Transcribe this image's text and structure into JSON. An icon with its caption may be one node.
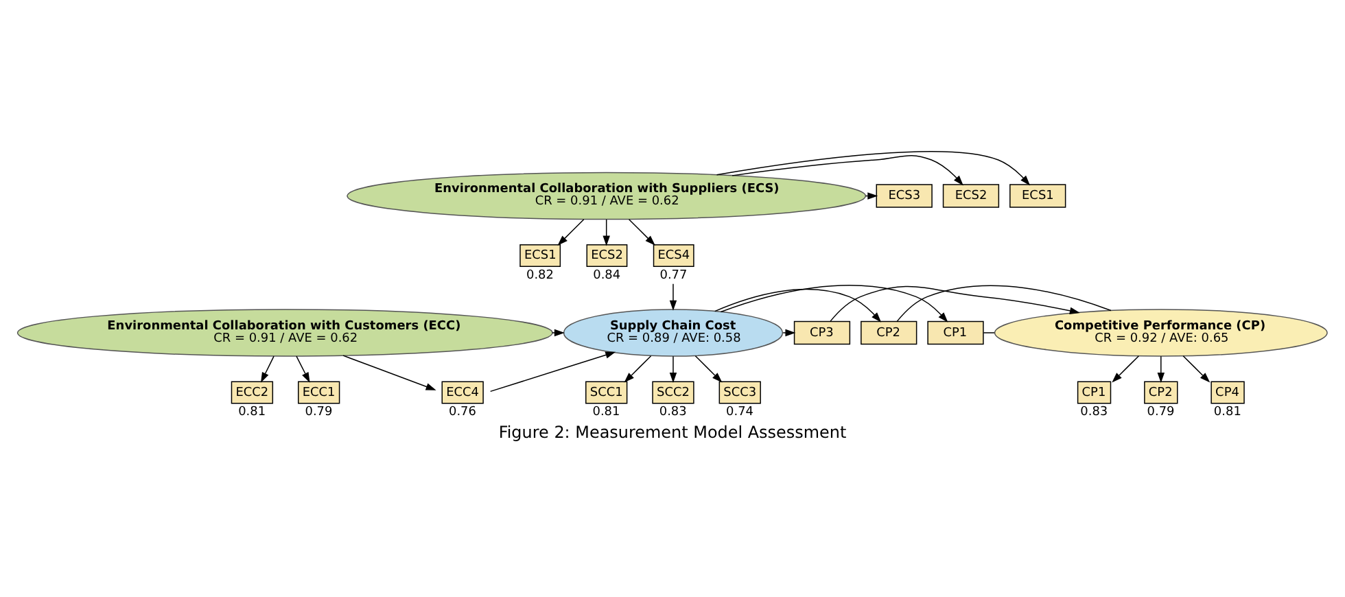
{
  "diagram": {
    "caption": "Figure 2: Measurement Model Assessment",
    "nodes": [
      {
        "text": [
          "Environmental Collaboration with Suppliers (ECS)",
          "CR = 0.91 / AVE = 0.62"
        ]
      },
      {
        "text": [
          "ECS1"
        ]
      },
      {
        "text": [
          "ECS2"
        ]
      },
      {
        "text": [
          "ECS3"
        ]
      },
      {
        "text": [
          "ECS1"
        ],
        "beside": [
          "0.82"
        ]
      },
      {
        "text": [
          "ECS2"
        ],
        "beside": [
          "0.84"
        ]
      },
      {
        "text": [
          "ECS4"
        ],
        "beside": [
          "0.77"
        ]
      },
      {
        "text": [
          "Environmental Collaboration with Customers (ECC)",
          "CR = 0.91 / AVE = 0.62"
        ]
      },
      {
        "text": [
          "ECC1"
        ],
        "beside": [
          "0.79"
        ]
      },
      {
        "text": [
          "ECC2"
        ],
        "beside": [
          "0.81"
        ]
      },
      {
        "text": [
          "ECC4"
        ],
        "beside": [
          "0.76"
        ]
      },
      {
        "text": [
          "Supply Chain Cost",
          "CR = 0.89 / AVE: 0.58"
        ]
      },
      {
        "text": [
          "CP1"
        ]
      },
      {
        "text": [
          "CP2"
        ]
      },
      {
        "text": [
          "CP3"
        ]
      },
      {
        "text": [
          "Competitive Performance (CP)",
          "CR = 0.92 / AVE: 0.65"
        ]
      },
      {
        "text": [
          "SCC1"
        ],
        "beside": [
          "0.81"
        ]
      },
      {
        "text": [
          "SCC2"
        ],
        "beside": [
          "0.83"
        ]
      },
      {
        "text": [
          "SCC3"
        ],
        "beside": [
          "0.74"
        ]
      },
      {
        "text": [
          "CP1"
        ],
        "beside": [
          "0.83"
        ]
      },
      {
        "text": [
          "CP2"
        ],
        "beside": [
          "0.79"
        ]
      },
      {
        "text": [
          "CP4"
        ],
        "beside": [
          "0.81"
        ]
      }
    ],
    "edges": [
      {
        "from": 0,
        "to": 1,
        "arrow": "to"
      },
      {
        "from": 0,
        "to": 2,
        "arrow": "to"
      },
      {
        "from": 0,
        "to": 3,
        "arrow": "to"
      },
      {
        "from": 0,
        "to": 4,
        "arrow": "to"
      },
      {
        "from": 0,
        "to": 5,
        "arrow": "to"
      },
      {
        "from": 0,
        "to": 6,
        "arrow": "to"
      },
      {
        "from": 6,
        "to": 11,
        "arrow": "to"
      },
      {
        "from": 7,
        "to": 11,
        "arrow": "to"
      },
      {
        "from": 10,
        "to": 11,
        "arrow": "to"
      },
      {
        "from": 7,
        "to": 8,
        "arrow": "to"
      },
      {
        "from": 7,
        "to": 9,
        "arrow": "to"
      },
      {
        "from": 7,
        "to": 10,
        "arrow": "to"
      },
      {
        "from": 11,
        "to": 12,
        "arrow": "to"
      },
      {
        "from": 11,
        "to": 13,
        "arrow": "to"
      },
      {
        "from": 11,
        "to": 14,
        "arrow": "to"
      },
      {
        "from": 12,
        "to": 15,
        "arrow": "none"
      },
      {
        "from": 13,
        "to": 15,
        "arrow": "none"
      },
      {
        "from": 14,
        "to": 15,
        "arrow": "to"
      },
      {
        "from": 11,
        "to": 16,
        "arrow": "to"
      },
      {
        "from": 11,
        "to": 17,
        "arrow": "to"
      },
      {
        "from": 11,
        "to": 18,
        "arrow": "to"
      },
      {
        "from": 15,
        "to": 19,
        "arrow": "to"
      },
      {
        "from": 15,
        "to": 20,
        "arrow": "to"
      },
      {
        "from": 15,
        "to": 21,
        "arrow": "to"
      }
    ]
  }
}
